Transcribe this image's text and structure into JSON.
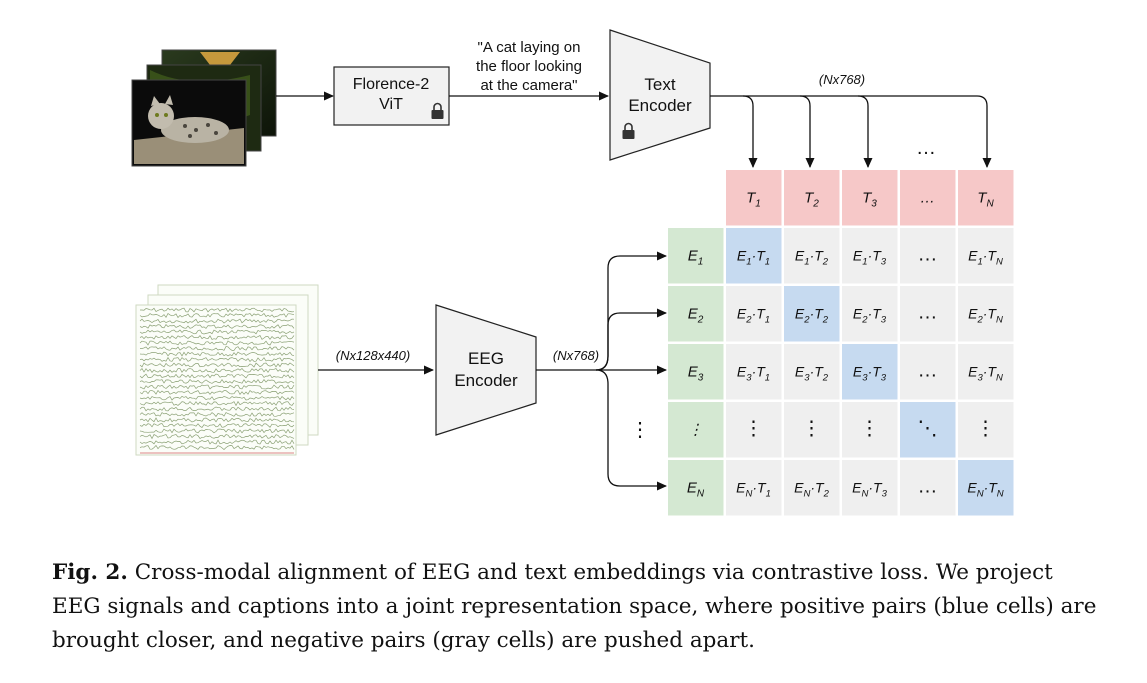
{
  "image_encoder": {
    "line1": "Florence-2",
    "line2": "ViT"
  },
  "caption_text": {
    "line1": "\"A cat laying on",
    "line2": "the floor looking",
    "line3": "at the camera\""
  },
  "text_encoder": {
    "line1": "Text",
    "line2": "Encoder"
  },
  "eeg_encoder": {
    "line1": "EEG",
    "line2": "Encoder"
  },
  "shapes": {
    "text_dim": "(Nx768)",
    "eeg_input": "(Nx128x440)",
    "eeg_dim": "(Nx768)"
  },
  "matrix": {
    "row_headers": [
      {
        "base": "E",
        "sub": "1"
      },
      {
        "base": "E",
        "sub": "2"
      },
      {
        "base": "E",
        "sub": "3"
      },
      {
        "base": "⋮",
        "sub": ""
      },
      {
        "base": "E",
        "sub": "N"
      }
    ],
    "col_headers": [
      {
        "base": "T",
        "sub": "1"
      },
      {
        "base": "T",
        "sub": "2"
      },
      {
        "base": "T",
        "sub": "3"
      },
      {
        "base": "…",
        "sub": ""
      },
      {
        "base": "T",
        "sub": "N"
      }
    ],
    "cells": [
      [
        "E1·T1",
        "E1·T2",
        "E1·T3",
        "…",
        "E1·TN"
      ],
      [
        "E2·T1",
        "E2·T2",
        "E2·T3",
        "…",
        "E2·TN"
      ],
      [
        "E3·T1",
        "E3·T2",
        "E3·T3",
        "…",
        "E3·TN"
      ],
      [
        "⋮",
        "⋮",
        "⋮",
        "⋱",
        "⋮"
      ],
      [
        "EN·T1",
        "EN·T2",
        "EN·T3",
        "…",
        "EN·TN"
      ]
    ],
    "ellipsis_top": "…",
    "ellipsis_left": "⋮"
  },
  "colors": {
    "positive": "#c6daf0",
    "negative": "#efefef",
    "eeg_header": "#d4e8d2",
    "text_header": "#f6c8c8",
    "box": "#f2f2f2"
  },
  "caption": {
    "label": "Fig. 2.",
    "text": "Cross-modal alignment of EEG and text embeddings via contrastive loss. We project EEG signals and captions into a joint representation space, where positive pairs (blue cells) are brought closer, and negative pairs (gray cells) are pushed apart."
  }
}
